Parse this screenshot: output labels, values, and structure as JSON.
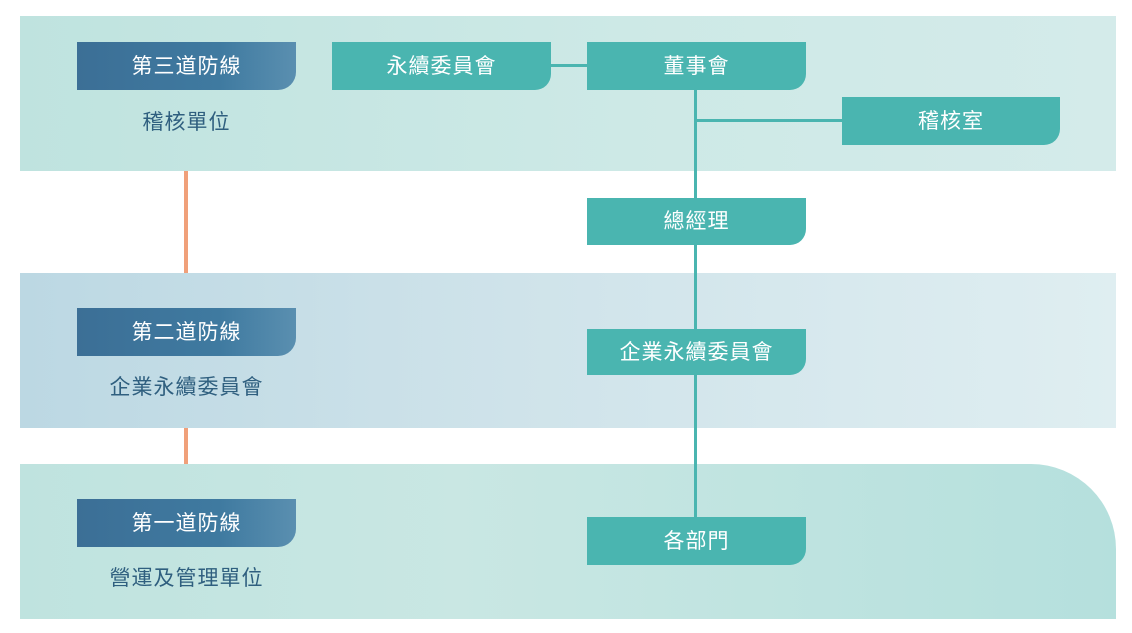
{
  "lines": {
    "third": {
      "tag": "第三道防線",
      "label": "稽核單位"
    },
    "second": {
      "tag": "第二道防線",
      "label": "企業永續委員會"
    },
    "first": {
      "tag": "第一道防線",
      "label": "營運及管理單位"
    }
  },
  "org": {
    "sustainability_committee": "永續委員會",
    "board": "董事會",
    "audit_office": "稽核室",
    "general_manager": "總經理",
    "corporate_sustainability_committee": "企業永續委員會",
    "departments": "各部門"
  },
  "colors": {
    "box": "#4ab5b0",
    "tag": "#3f7aa0",
    "connector": "#f0a07a",
    "label_text": "#2f5f7f"
  }
}
